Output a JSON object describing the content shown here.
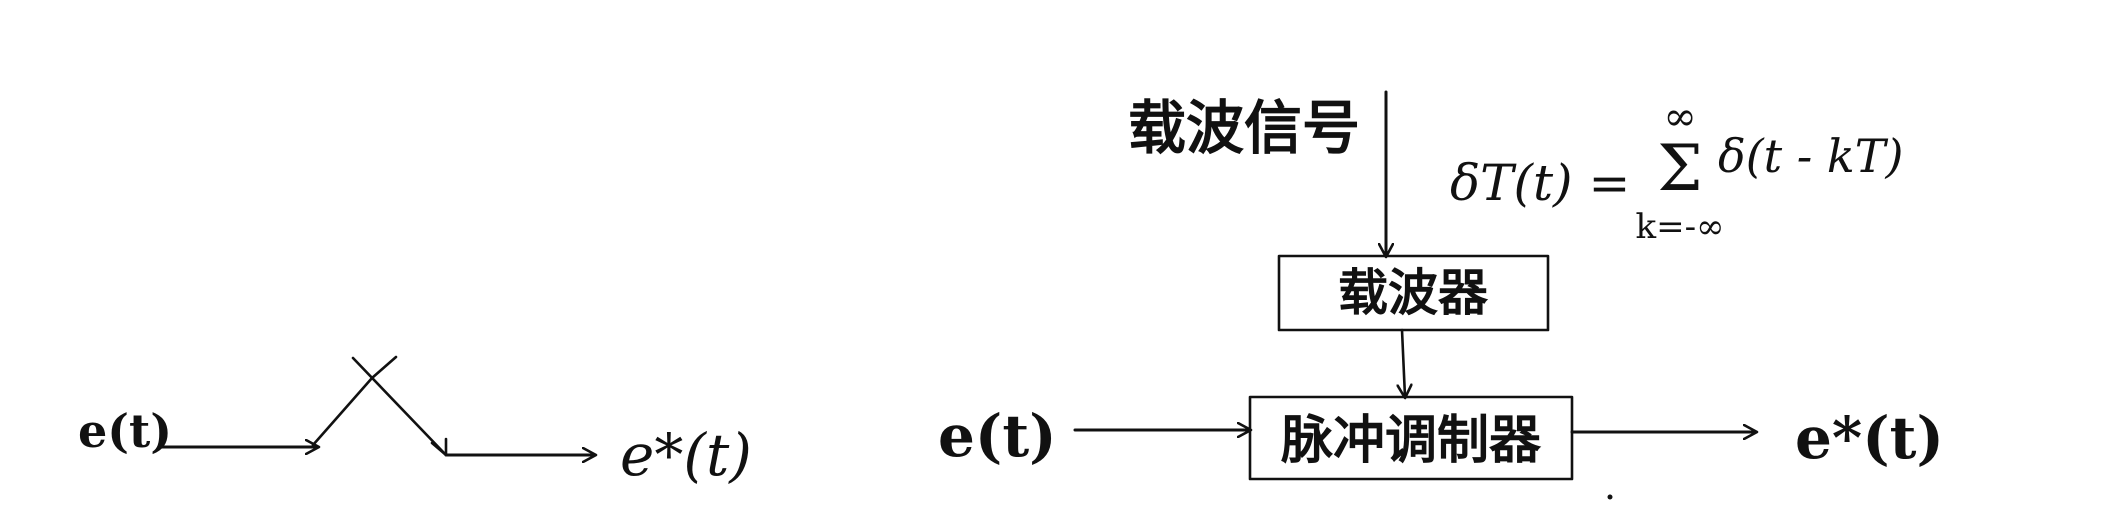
{
  "left_diagram": {
    "input_label": "e(t)",
    "output_label": "e*(t)"
  },
  "right_diagram": {
    "carrier_label": "载波信号",
    "impulse_train": {
      "lhs": "δT(t) =",
      "sum_symbol": "Σ",
      "upper_limit": "∞",
      "lower_limit": "k=-∞",
      "term": "δ(t - kT)"
    },
    "carrier_block_label": "载波器",
    "modulator_block_label": "脉冲调制器",
    "input_label": "e(t)",
    "output_label": "e*(t)"
  },
  "colors": {
    "ink": "#111111",
    "background": "#ffffff"
  }
}
